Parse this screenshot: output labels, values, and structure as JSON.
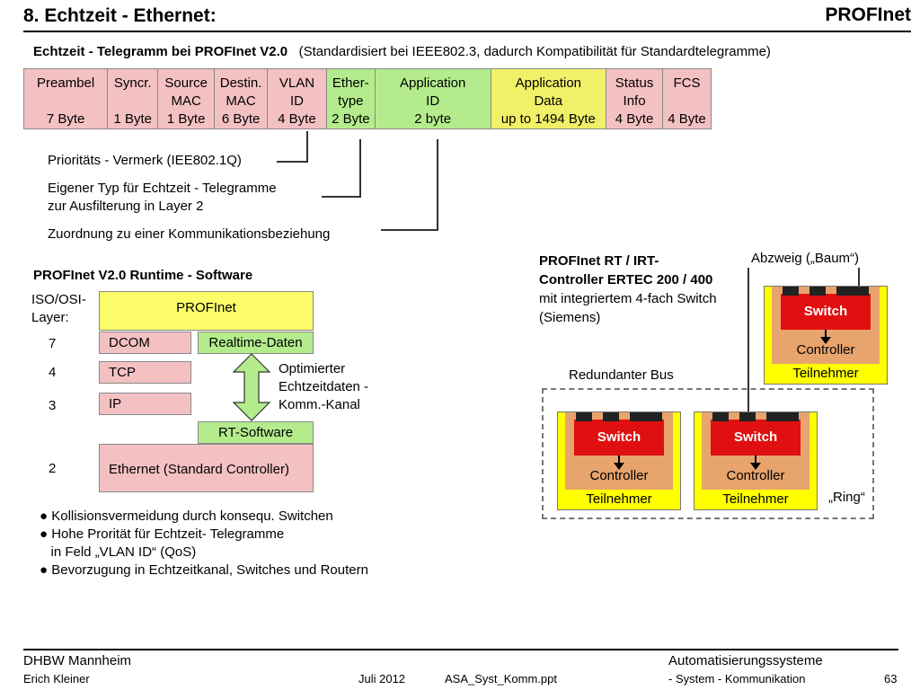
{
  "header": {
    "title": "8. Echtzeit - Ethernet:",
    "brand": "PROFInet"
  },
  "subtitle": {
    "bold": "Echtzeit - Telegramm bei PROFInet V2.0",
    "normal": "(Standardisiert bei IEEE802.3,  dadurch Kompatibilität für Standardtelegramme)"
  },
  "frame": [
    {
      "l1": "Preambel",
      "l2": "",
      "l3": "7 Byte",
      "color": "pink"
    },
    {
      "l1": "Syncr.",
      "l2": "",
      "l3": "1 Byte",
      "color": "pink"
    },
    {
      "l1": "Source",
      "l2": "MAC",
      "l3": "1 Byte",
      "color": "pink"
    },
    {
      "l1": "Destin.",
      "l2": "MAC",
      "l3": "6 Byte",
      "color": "pink"
    },
    {
      "l1": "VLAN",
      "l2": "ID",
      "l3": "4 Byte",
      "color": "pink"
    },
    {
      "l1": "Ether-",
      "l2": "type",
      "l3": "2 Byte",
      "color": "green"
    },
    {
      "l1": "Application",
      "l2": "ID",
      "l3": "2 byte",
      "color": "green"
    },
    {
      "l1": "Application",
      "l2": "Data",
      "l3": "up to 1494 Byte",
      "color": "yellow"
    },
    {
      "l1": "Status",
      "l2": "Info",
      "l3": "4 Byte",
      "color": "pink"
    },
    {
      "l1": "FCS",
      "l2": "",
      "l3": "4 Byte",
      "color": "pink"
    }
  ],
  "annotations": {
    "vlan": "Prioritäts - Vermerk (IEE802.1Q)",
    "ethertype_1": "Eigener Typ für Echtzeit - Telegramme",
    "ethertype_2": "zur Ausfilterung in Layer 2",
    "appid": "Zuordnung zu einer Kommunikationsbeziehung"
  },
  "runtime": {
    "heading": "PROFInet V2.0  Runtime - Software",
    "osi_label_1": "ISO/OSI-",
    "osi_label_2": "Layer:",
    "layer7": "7",
    "layer4": "4",
    "layer3": "3",
    "layer2": "2",
    "profinet": "PROFInet",
    "dcom": "DCOM",
    "realtime": "Realtime-Daten",
    "tcp": "TCP",
    "ip": "IP",
    "rt_software": "RT-Software",
    "ethernet": "Ethernet (Standard Controller)",
    "optimized_1": "Optimierter",
    "optimized_2": "Echtzeitdaten -",
    "optimized_3": "Komm.-Kanal"
  },
  "bullets": [
    "● Kollisionsvermeidung  durch konsequ. Switchen",
    "● Hohe Prorität für Echtzeit- Telegramme",
    "   in Feld „VLAN ID“ (QoS)",
    "● Bevorzugung in Echtzeitkanal, Switches und Routern"
  ],
  "controller": {
    "line1": "PROFInet RT / IRT-",
    "line2": "Controller ERTEC 200 / 400",
    "line3": "mit integriertem 4-fach Switch",
    "line4": "(Siemens)",
    "abzweig": "Abzweig („Baum“)",
    "redundant": "Redundanter Bus",
    "ring": "„Ring“",
    "switch": "Switch",
    "controller_label": "Controller",
    "teilnehmer": "Teilnehmer"
  },
  "footer": {
    "left_top": "DHBW  Mannheim",
    "left_bottom": "Erich Kleiner",
    "date": "Juli 2012",
    "file": "ASA_Syst_Komm.ppt",
    "right_top": "Automatisierungssysteme",
    "right_bottom": "- System - Kommunikation",
    "page": "63"
  }
}
